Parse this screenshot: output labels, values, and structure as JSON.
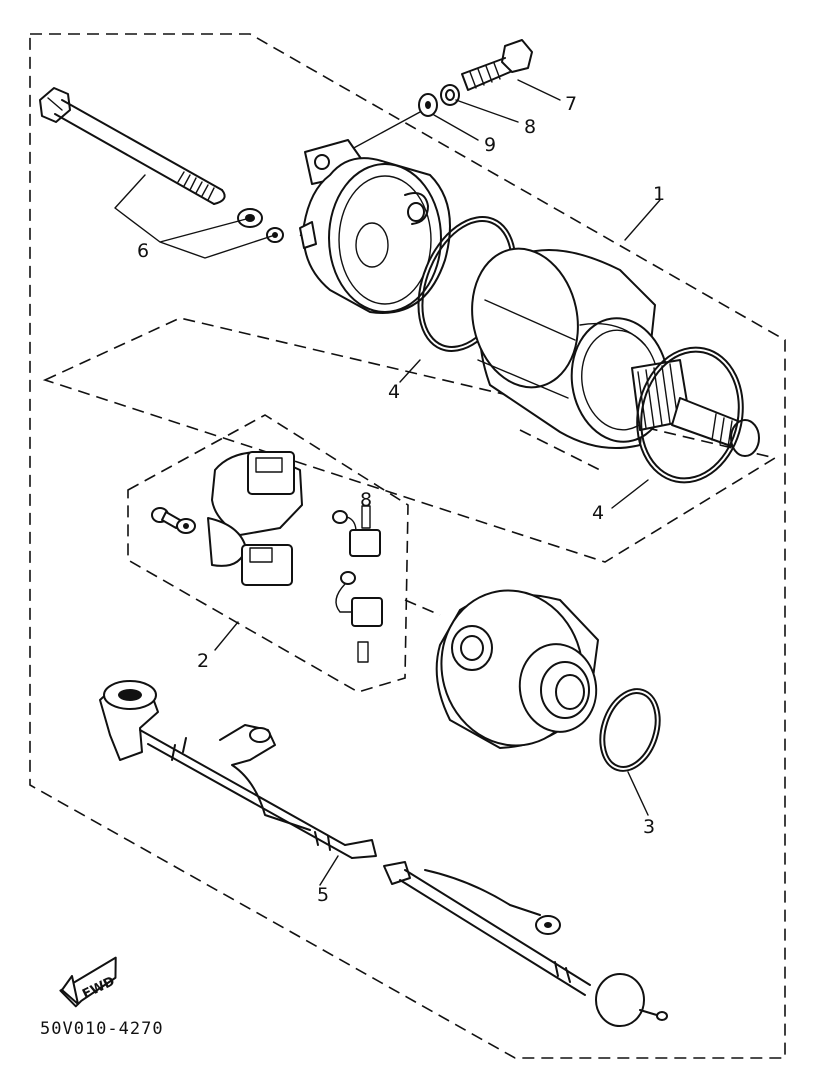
{
  "diagram": {
    "drawing_code": "50V010-4270",
    "direction_label": "FWD",
    "callouts": [
      {
        "id": "c1",
        "label": "1"
      },
      {
        "id": "c2",
        "label": "2"
      },
      {
        "id": "c3",
        "label": "3"
      },
      {
        "id": "c4a",
        "label": "4"
      },
      {
        "id": "c4b",
        "label": "4"
      },
      {
        "id": "c5",
        "label": "5"
      },
      {
        "id": "c6",
        "label": "6"
      },
      {
        "id": "c7",
        "label": "7"
      },
      {
        "id": "c8a",
        "label": "8"
      },
      {
        "id": "c8b",
        "label": "8"
      },
      {
        "id": "c9",
        "label": "9"
      }
    ]
  }
}
